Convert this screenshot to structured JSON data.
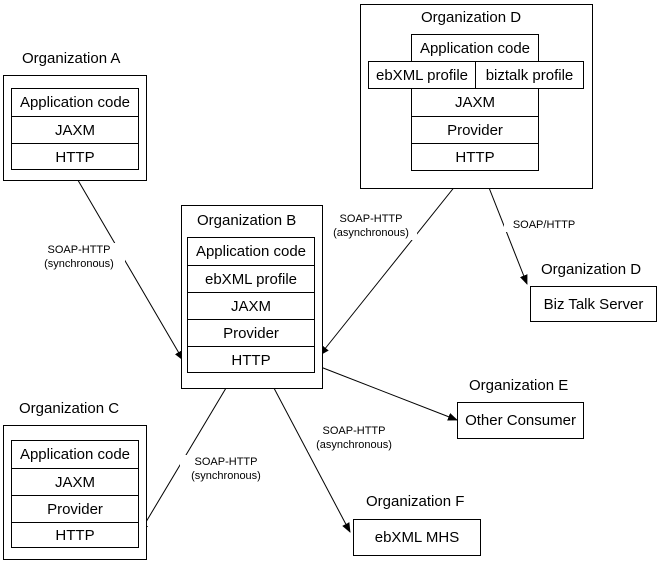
{
  "org_a": {
    "title": "Organization A",
    "layers": [
      "Application code",
      "JAXM",
      "HTTP"
    ]
  },
  "org_b": {
    "title": "Organization B",
    "layers": [
      "Application code",
      "ebXML profile",
      "JAXM",
      "Provider",
      "HTTP"
    ]
  },
  "org_c": {
    "title": "Organization C",
    "layers": [
      "Application code",
      "JAXM",
      "Provider",
      "HTTP"
    ]
  },
  "org_d": {
    "title": "Organization D",
    "app_code": "Application code",
    "profile_left": "ebXML profile",
    "profile_right": "biztalk profile",
    "layers": [
      "JAXM",
      "Provider",
      "HTTP"
    ]
  },
  "org_d2": {
    "title": "Organization D",
    "service": "Biz Talk Server"
  },
  "org_e": {
    "title": "Organization E",
    "service": "Other Consumer"
  },
  "org_f": {
    "title": "Organization F",
    "service": "ebXML MHS"
  },
  "connections": {
    "a_b": {
      "protocol": "SOAP-HTTP",
      "mode": "(synchronous)"
    },
    "d_b": {
      "protocol": "SOAP-HTTP",
      "mode": "(asynchronous)"
    },
    "d_biztalk": {
      "protocol": "SOAP/HTTP"
    },
    "b_f": {
      "protocol": "SOAP-HTTP",
      "mode": "(asynchronous)"
    },
    "b_c": {
      "protocol": "SOAP-HTTP",
      "mode": "(synchronous)"
    }
  }
}
